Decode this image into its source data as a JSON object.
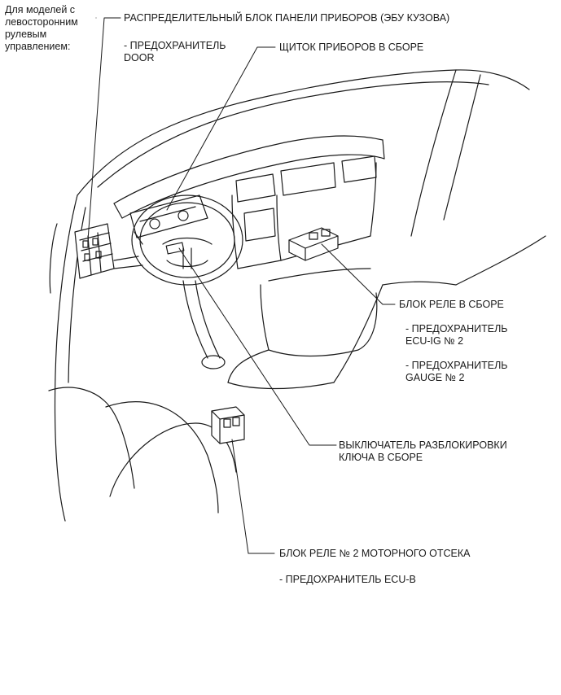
{
  "labels": {
    "lhd_note": "Для моделей с\nлевосторонним\nрулевым\nуправлением:",
    "instrument_panel_jb": "РАСПРЕДЕЛИТЕЛЬНЫЙ БЛОК ПАНЕЛИ ПРИБОРОВ (ЭБУ КУЗОВА)",
    "fuse_door": "- ПРЕДОХРАНИТЕЛЬ\nDOOR",
    "combination_meter": "ЩИТОК ПРИБОРОВ В СБОРЕ",
    "relay_block": "БЛОК РЕЛЕ В СБОРЕ",
    "fuse_ecu_ig2": "- ПРЕДОХРАНИТЕЛЬ\nECU-IG № 2",
    "fuse_gauge2": "- ПРЕДОХРАНИТЕЛЬ\nGAUGE № 2",
    "unlock_switch": "ВЫКЛЮЧАТЕЛЬ РАЗБЛОКИРОВКИ\nКЛЮЧА В СБОРЕ",
    "engine_relay_block2": "БЛОК РЕЛЕ № 2 МОТОРНОГО ОТСЕКА",
    "fuse_ecu_b": "- ПРЕДОХРАНИТЕЛЬ ECU-B"
  },
  "colors": {
    "line": "#1a1a1a",
    "background": "#ffffff"
  }
}
